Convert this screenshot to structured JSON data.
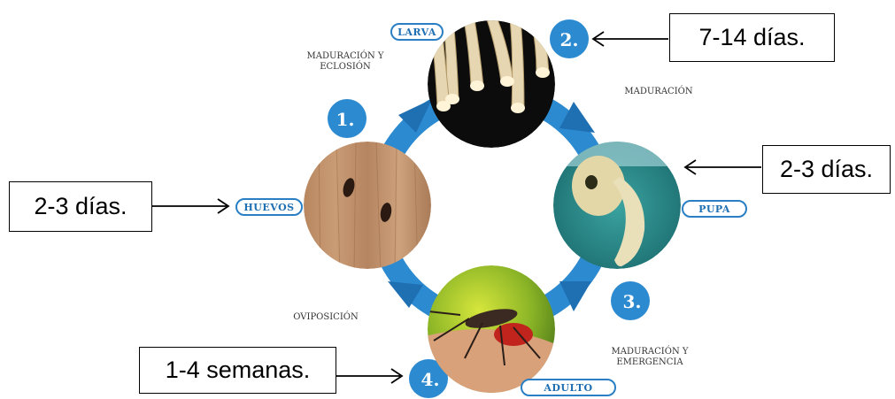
{
  "stages": {
    "larva": {
      "label": "LARVA",
      "number": "2."
    },
    "pupa": {
      "label": "PUPA",
      "number": "3."
    },
    "adulto": {
      "label": "ADULTO",
      "number": "4."
    },
    "huevos": {
      "label": "HUEVOS",
      "number": "1."
    }
  },
  "captions": {
    "maduracion_eclosion": [
      "MADURACIÓN Y",
      "ECLOSIÓN"
    ],
    "maduracion": "MADURACIÓN",
    "oviposicion": "OVIPOSICIÓN",
    "maduracion_emergencia": [
      "MADURACIÓN Y",
      "EMERGENCIA"
    ]
  },
  "durations": {
    "larva": "7-14 días.",
    "pupa": "2-3 días.",
    "huevos": "2-3 días.",
    "adulto": "1-4 semanas."
  },
  "colors": {
    "ring": "#2c8ad0",
    "ring_dark": "#1f6fb3",
    "pill_border": "#2a7fc4"
  }
}
